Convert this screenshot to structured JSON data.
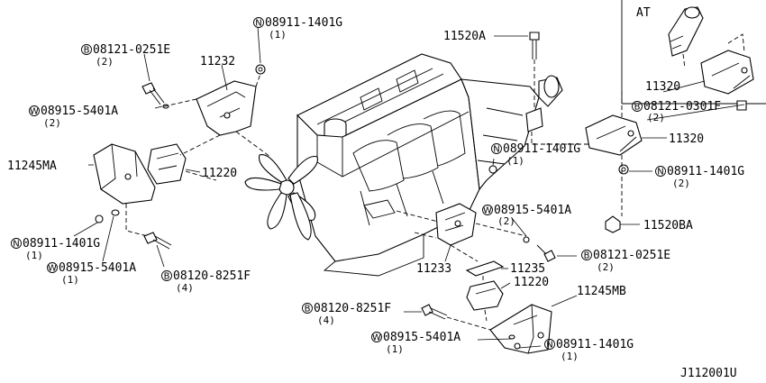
{
  "diagram_code": "J112001U",
  "at_label": "AT",
  "labels": {
    "n_08911_1401g_top": {
      "prefix": "N",
      "code": "08911-1401G",
      "qty": "(1)"
    },
    "b_08121_0251e_left": {
      "prefix": "B",
      "code": "08121-0251E",
      "qty": "(2)"
    },
    "p_11232": {
      "code": "11232"
    },
    "w_08915_5401a_upper_left": {
      "prefix": "W",
      "code": "08915-5401A",
      "qty": "(2)"
    },
    "p_11245ma": {
      "code": "11245MA"
    },
    "p_11220_left": {
      "code": "11220"
    },
    "n_08911_1401g_left": {
      "prefix": "N",
      "code": "08911-1401G",
      "qty": "(1)"
    },
    "w_08915_5401a_lower_left": {
      "prefix": "W",
      "code": "08915-5401A",
      "qty": "(1)"
    },
    "b_08120_8251f_left": {
      "prefix": "B",
      "code": "08120-8251F",
      "qty": "(4)"
    },
    "p_11520a": {
      "code": "11520A"
    },
    "p_11320_at": {
      "code": "11320"
    },
    "b_08121_0301f": {
      "prefix": "B",
      "code": "08121-0301F",
      "qty": "(2)"
    },
    "p_11320": {
      "code": "11320"
    },
    "n_08911_1401g_mid": {
      "prefix": "N",
      "code": "08911-1401G",
      "qty": "(1)"
    },
    "n_08911_1401g_right": {
      "prefix": "N",
      "code": "08911-1401G",
      "qty": "(2)"
    },
    "w_08915_5401a_right": {
      "prefix": "W",
      "code": "08915-5401A",
      "qty": "(2)"
    },
    "p_11520ba": {
      "code": "11520BA"
    },
    "b_08121_0251e_right": {
      "prefix": "B",
      "code": "08121-0251E",
      "qty": "(2)"
    },
    "p_11233": {
      "code": "11233"
    },
    "p_11235": {
      "code": "11235"
    },
    "p_11220_right": {
      "code": "11220"
    },
    "p_11245mb": {
      "code": "11245MB"
    },
    "b_08120_8251f_bottom": {
      "prefix": "B",
      "code": "08120-8251F",
      "qty": "(4)"
    },
    "w_08915_5401a_bottom": {
      "prefix": "W",
      "code": "08915-5401A",
      "qty": "(1)"
    },
    "n_08911_1401g_bottom": {
      "prefix": "N",
      "code": "08911-1401G",
      "qty": "(1)"
    }
  }
}
